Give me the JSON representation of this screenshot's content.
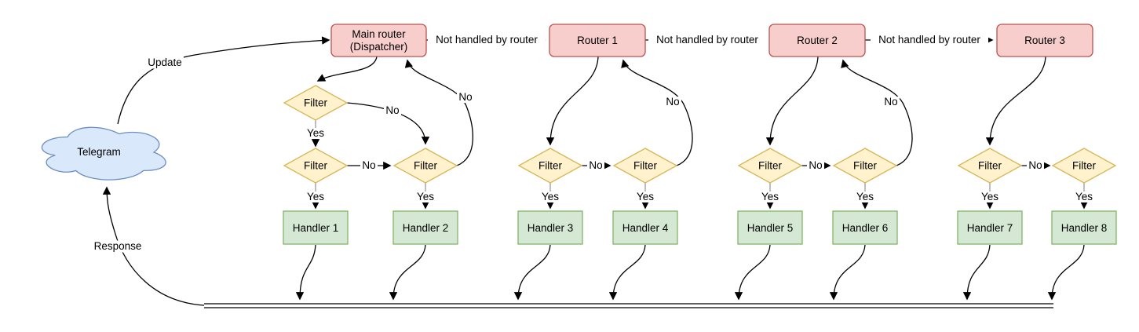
{
  "diagram": {
    "cloud": {
      "label": "Telegram"
    },
    "labels": {
      "update": "Update",
      "response": "Response",
      "not_handled": "Not handled by router",
      "yes": "Yes",
      "no": "No",
      "filter": "Filter"
    },
    "routers": [
      {
        "label": "Main router",
        "sublabel": "(Dispatcher)"
      },
      {
        "label": "Router 1"
      },
      {
        "label": "Router 2"
      },
      {
        "label": "Router 3"
      }
    ],
    "handlers": [
      {
        "label": "Handler 1"
      },
      {
        "label": "Handler 2"
      },
      {
        "label": "Handler 3"
      },
      {
        "label": "Handler 4"
      },
      {
        "label": "Handler 5"
      },
      {
        "label": "Handler 6"
      },
      {
        "label": "Handler 7"
      },
      {
        "label": "Handler 8"
      }
    ],
    "colors": {
      "router_fill": "#f8cecc",
      "router_stroke": "#b85450",
      "filter_fill": "#fff2cc",
      "filter_stroke": "#d6b656",
      "handler_fill": "#d5e8d4",
      "handler_stroke": "#82b366",
      "cloud_fill": "#dae8fc",
      "cloud_stroke": "#6c8ebf",
      "edge": "#000000",
      "edge_muted": "#999999",
      "label_bg": "#ffffff",
      "text": "#000000"
    }
  }
}
